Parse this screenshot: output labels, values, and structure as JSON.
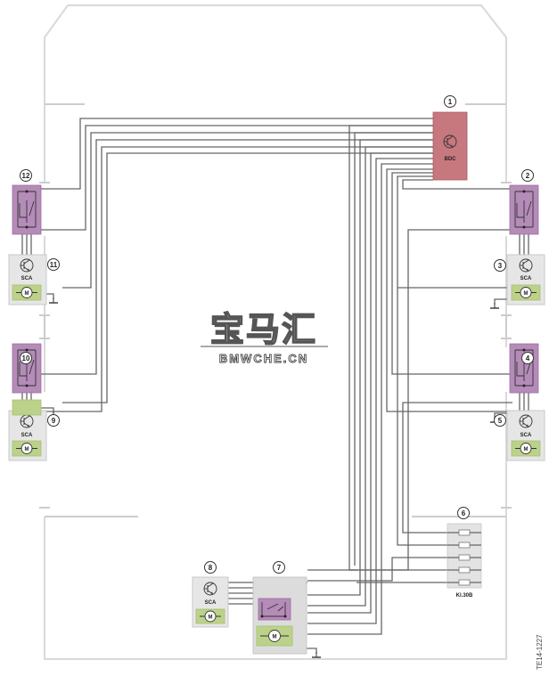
{
  "components": {
    "c1": {
      "number": "1",
      "label": "BDC"
    },
    "c2": {
      "number": "2"
    },
    "c3": {
      "number": "3",
      "label": "SCA"
    },
    "c4": {
      "number": "4"
    },
    "c5": {
      "number": "5",
      "label": "SCA"
    },
    "c6": {
      "number": "6",
      "label": "Kl.30B"
    },
    "c7": {
      "number": "7"
    },
    "c8": {
      "number": "8",
      "label": "SCA"
    },
    "c9": {
      "number": "9",
      "label": "SCA"
    },
    "c10": {
      "number": "10"
    },
    "c11": {
      "number": "11",
      "label": "SCA"
    },
    "c12": {
      "number": "12"
    }
  },
  "motor_symbol": "M",
  "watermark": {
    "cn": "宝马汇",
    "en": "BMWCHE.CN"
  },
  "reference_code": "TE14-1227",
  "colors": {
    "bdc": "#c6787e",
    "switch": "#b58bb8",
    "motor": "#bcd28a",
    "sca": "#e6e6e6",
    "wire": "#666666"
  }
}
